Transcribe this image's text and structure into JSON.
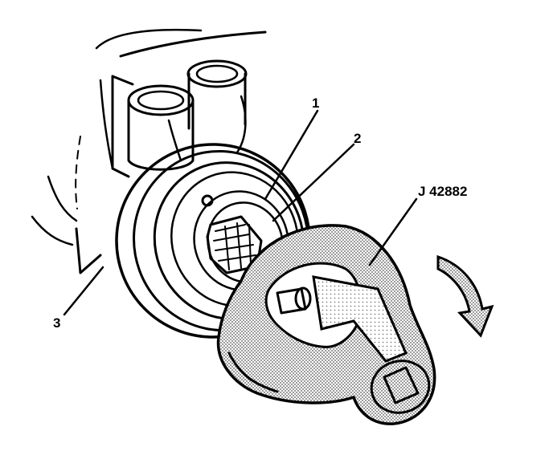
{
  "figure": {
    "callouts": {
      "c1": "1",
      "c2": "2",
      "c3": "3",
      "tool": "J 42882"
    },
    "colors": {
      "ink": "#000000",
      "paper": "#ffffff",
      "stipple": "#9a9a9a"
    }
  }
}
